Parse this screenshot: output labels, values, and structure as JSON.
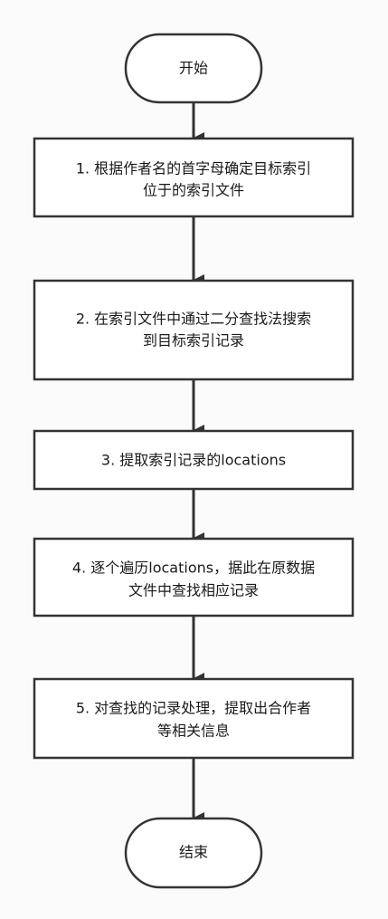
{
  "nodes": [
    {
      "id": "start",
      "shape": "terminator",
      "lines": [
        "开始"
      ]
    },
    {
      "id": "step1",
      "shape": "process",
      "lines": [
        "1. 根据作者名的首字母确定目标索引",
        "位于的索引文件"
      ]
    },
    {
      "id": "step2",
      "shape": "process",
      "lines": [
        "2. 在索引文件中通过二分查找法搜索",
        "到目标索引记录"
      ]
    },
    {
      "id": "step3",
      "shape": "process",
      "lines": [
        "3. 提取索引记录的locations"
      ]
    },
    {
      "id": "step4",
      "shape": "process",
      "lines": [
        "4. 逐个遍历locations，据此在原数据",
        "文件中查找相应记录"
      ]
    },
    {
      "id": "step5",
      "shape": "process",
      "lines": [
        "5. 对查找的记录处理，提取出合作者",
        "等相关信息"
      ]
    },
    {
      "id": "end",
      "shape": "terminator",
      "lines": [
        "结束"
      ]
    }
  ],
  "edges": [
    {
      "from": "start",
      "to": "step1"
    },
    {
      "from": "step1",
      "to": "step2"
    },
    {
      "from": "step2",
      "to": "step3"
    },
    {
      "from": "step3",
      "to": "step4"
    },
    {
      "from": "step4",
      "to": "step5"
    },
    {
      "from": "step5",
      "to": "end"
    }
  ],
  "colors": {
    "stroke": "#333333",
    "fill": "#ffffff",
    "text": "#1a1a1a",
    "background": "#fbfbfb"
  }
}
